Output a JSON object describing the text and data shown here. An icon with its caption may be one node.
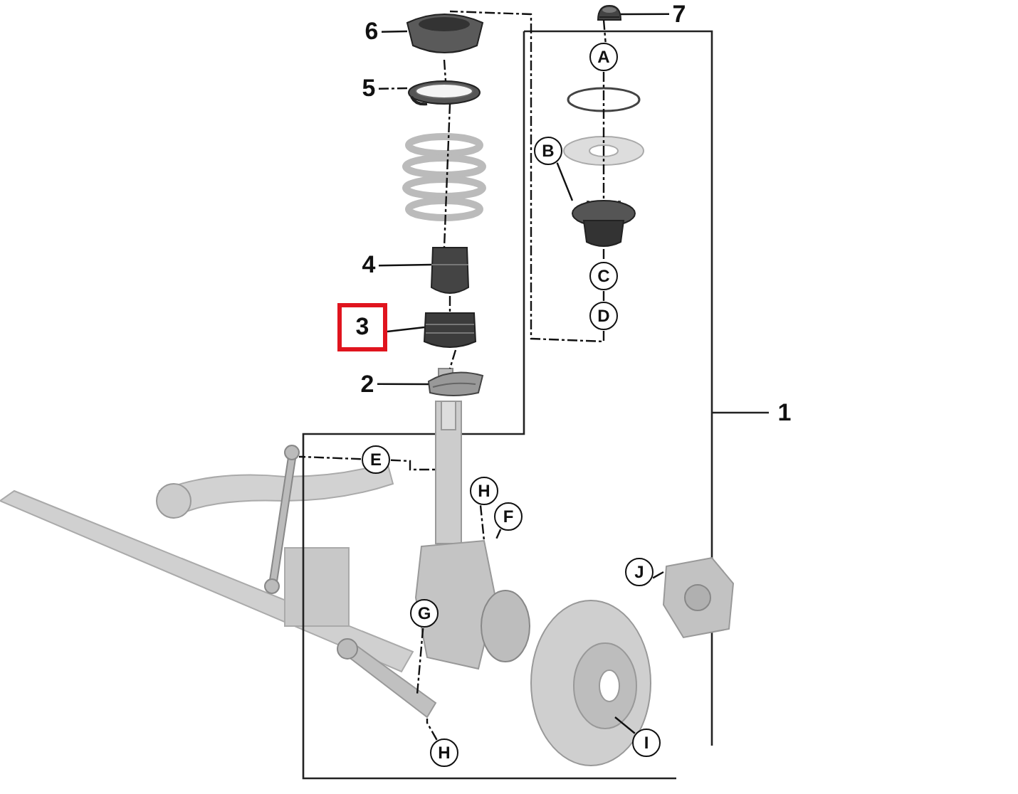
{
  "diagram": {
    "nodes": [
      {
        "text": [
          "6"
        ]
      },
      {
        "text": [
          "5"
        ]
      },
      {
        "text": [
          "4"
        ]
      },
      {
        "text": [
          "3"
        ]
      },
      {
        "text": [
          "2"
        ]
      },
      {
        "text": [
          "7"
        ]
      },
      {
        "text": [
          "A"
        ]
      },
      {
        "text": [
          "B"
        ]
      },
      {
        "text": [
          "C"
        ]
      },
      {
        "text": [
          "D"
        ]
      },
      {
        "text": [
          "E"
        ]
      },
      {
        "text": [
          "H"
        ]
      },
      {
        "text": [
          "F"
        ]
      },
      {
        "text": [
          "J"
        ]
      },
      {
        "text": [
          "G"
        ]
      },
      {
        "text": [
          "H"
        ]
      },
      {
        "text": [
          "I"
        ]
      },
      {
        "text": [],
        "shape": "picture"
      },
      {
        "text": [],
        "shape": "picture"
      },
      {
        "text": [],
        "shape": "picture"
      },
      {
        "text": [],
        "shape": "picture"
      },
      {
        "text": [],
        "shape": "picture"
      },
      {
        "text": [],
        "shape": "picture"
      },
      {
        "text": [],
        "shape": "picture"
      },
      {
        "text": [],
        "shape": "picture"
      },
      {
        "text": [],
        "shape": "picture"
      },
      {
        "text": [],
        "shape": "picture"
      },
      {
        "text": [],
        "shape": "picture"
      },
      {
        "text": [],
        "shape": "picture"
      },
      {
        "text": [],
        "shape": "picture"
      }
    ],
    "edges": [
      {
        "from": 0,
        "to": 17,
        "arrow": "none"
      },
      {
        "from": 1,
        "to": 18,
        "arrow": "none",
        "style": "dashed"
      },
      {
        "from": 2,
        "to": 19,
        "arrow": "none"
      },
      {
        "from": 3,
        "to": 20,
        "arrow": "none"
      },
      {
        "from": 4,
        "to": 21,
        "arrow": "none"
      },
      {
        "from": 5,
        "to": 22,
        "arrow": "none"
      },
      {
        "from": 7,
        "to": 23,
        "arrow": "none"
      },
      {
        "from": 10,
        "to": 24,
        "arrow": "none",
        "style": "dashed"
      },
      {
        "from": 10,
        "to": 25,
        "arrow": "none",
        "style": "dashed"
      },
      {
        "from": 12,
        "to": 26,
        "arrow": "none",
        "style": "dashed"
      },
      {
        "from": 11,
        "to": 26,
        "arrow": "none",
        "style": "dashed"
      },
      {
        "from": 14,
        "to": 27,
        "arrow": "none",
        "style": "dashed"
      },
      {
        "from": 15,
        "to": 27,
        "arrow": "none",
        "style": "dashed"
      },
      {
        "from": 13,
        "to": 28,
        "arrow": "none"
      },
      {
        "from": 16,
        "to": 29,
        "arrow": "none"
      },
      {
        "from": 22,
        "to": 6,
        "arrow": "none",
        "style": "dashed"
      },
      {
        "from": 6,
        "to": 23,
        "arrow": "none",
        "style": "dashed"
      },
      {
        "from": 23,
        "to": 8,
        "arrow": "none",
        "style": "dashed"
      },
      {
        "from": 8,
        "to": 9,
        "arrow": "none",
        "style": "dashed"
      },
      {
        "from": 9,
        "to": 17,
        "arrow": "none",
        "style": "dashed"
      },
      {
        "from": 17,
        "to": 18,
        "arrow": "none",
        "style": "dashed"
      },
      {
        "from": 18,
        "to": 19,
        "arrow": "none",
        "style": "dashed"
      },
      {
        "from": 19,
        "to": 20,
        "arrow": "none",
        "style": "dashed"
      },
      {
        "from": 20,
        "to": 21,
        "arrow": "none",
        "style": "dashed"
      }
    ],
    "labels": [
      "1"
    ]
  }
}
